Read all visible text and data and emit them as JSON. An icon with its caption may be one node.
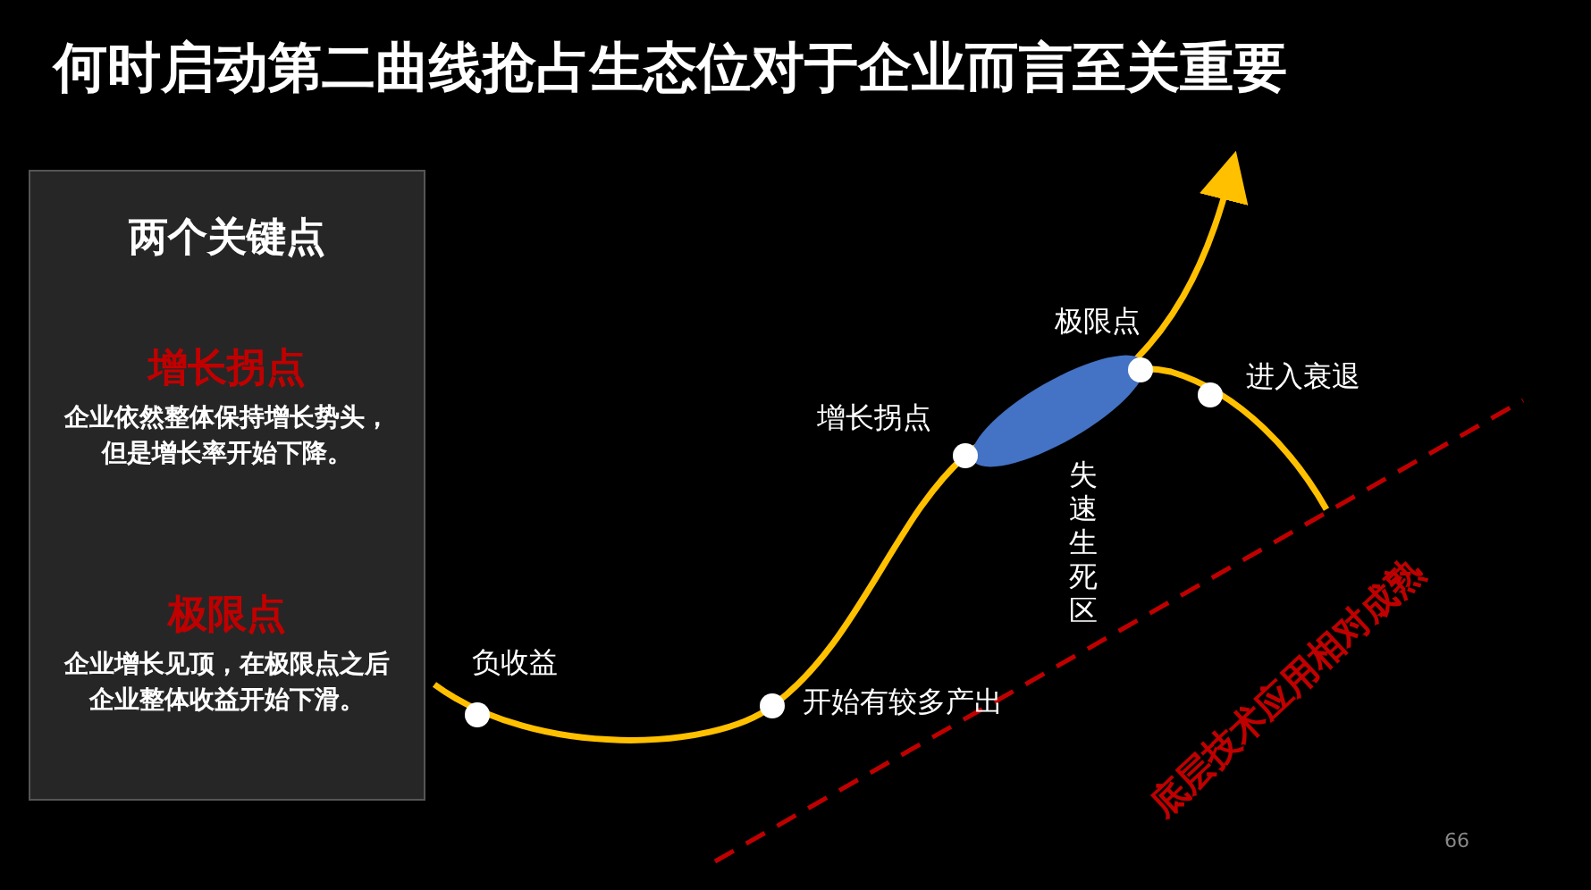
{
  "diagram": {
    "title": "何时启动第二曲线抢占生态位对于企业而言至关重要",
    "nodes": [
      {
        "text": [
          "两个关键点",
          "增长拐点",
          "企业依然整体保持增长势头，但是**增长率**开始下降。",
          "极限点",
          "企业增长见顶，在极限点之后企业**整体收益**开始下滑。"
        ]
      }
    ],
    "edges": [],
    "labels": [
      "极限点",
      "进入衰退",
      "增长拐点",
      "失速生死区",
      "负收益",
      "开始有较多产出",
      "底层技术应用相对成熟",
      "66"
    ]
  }
}
